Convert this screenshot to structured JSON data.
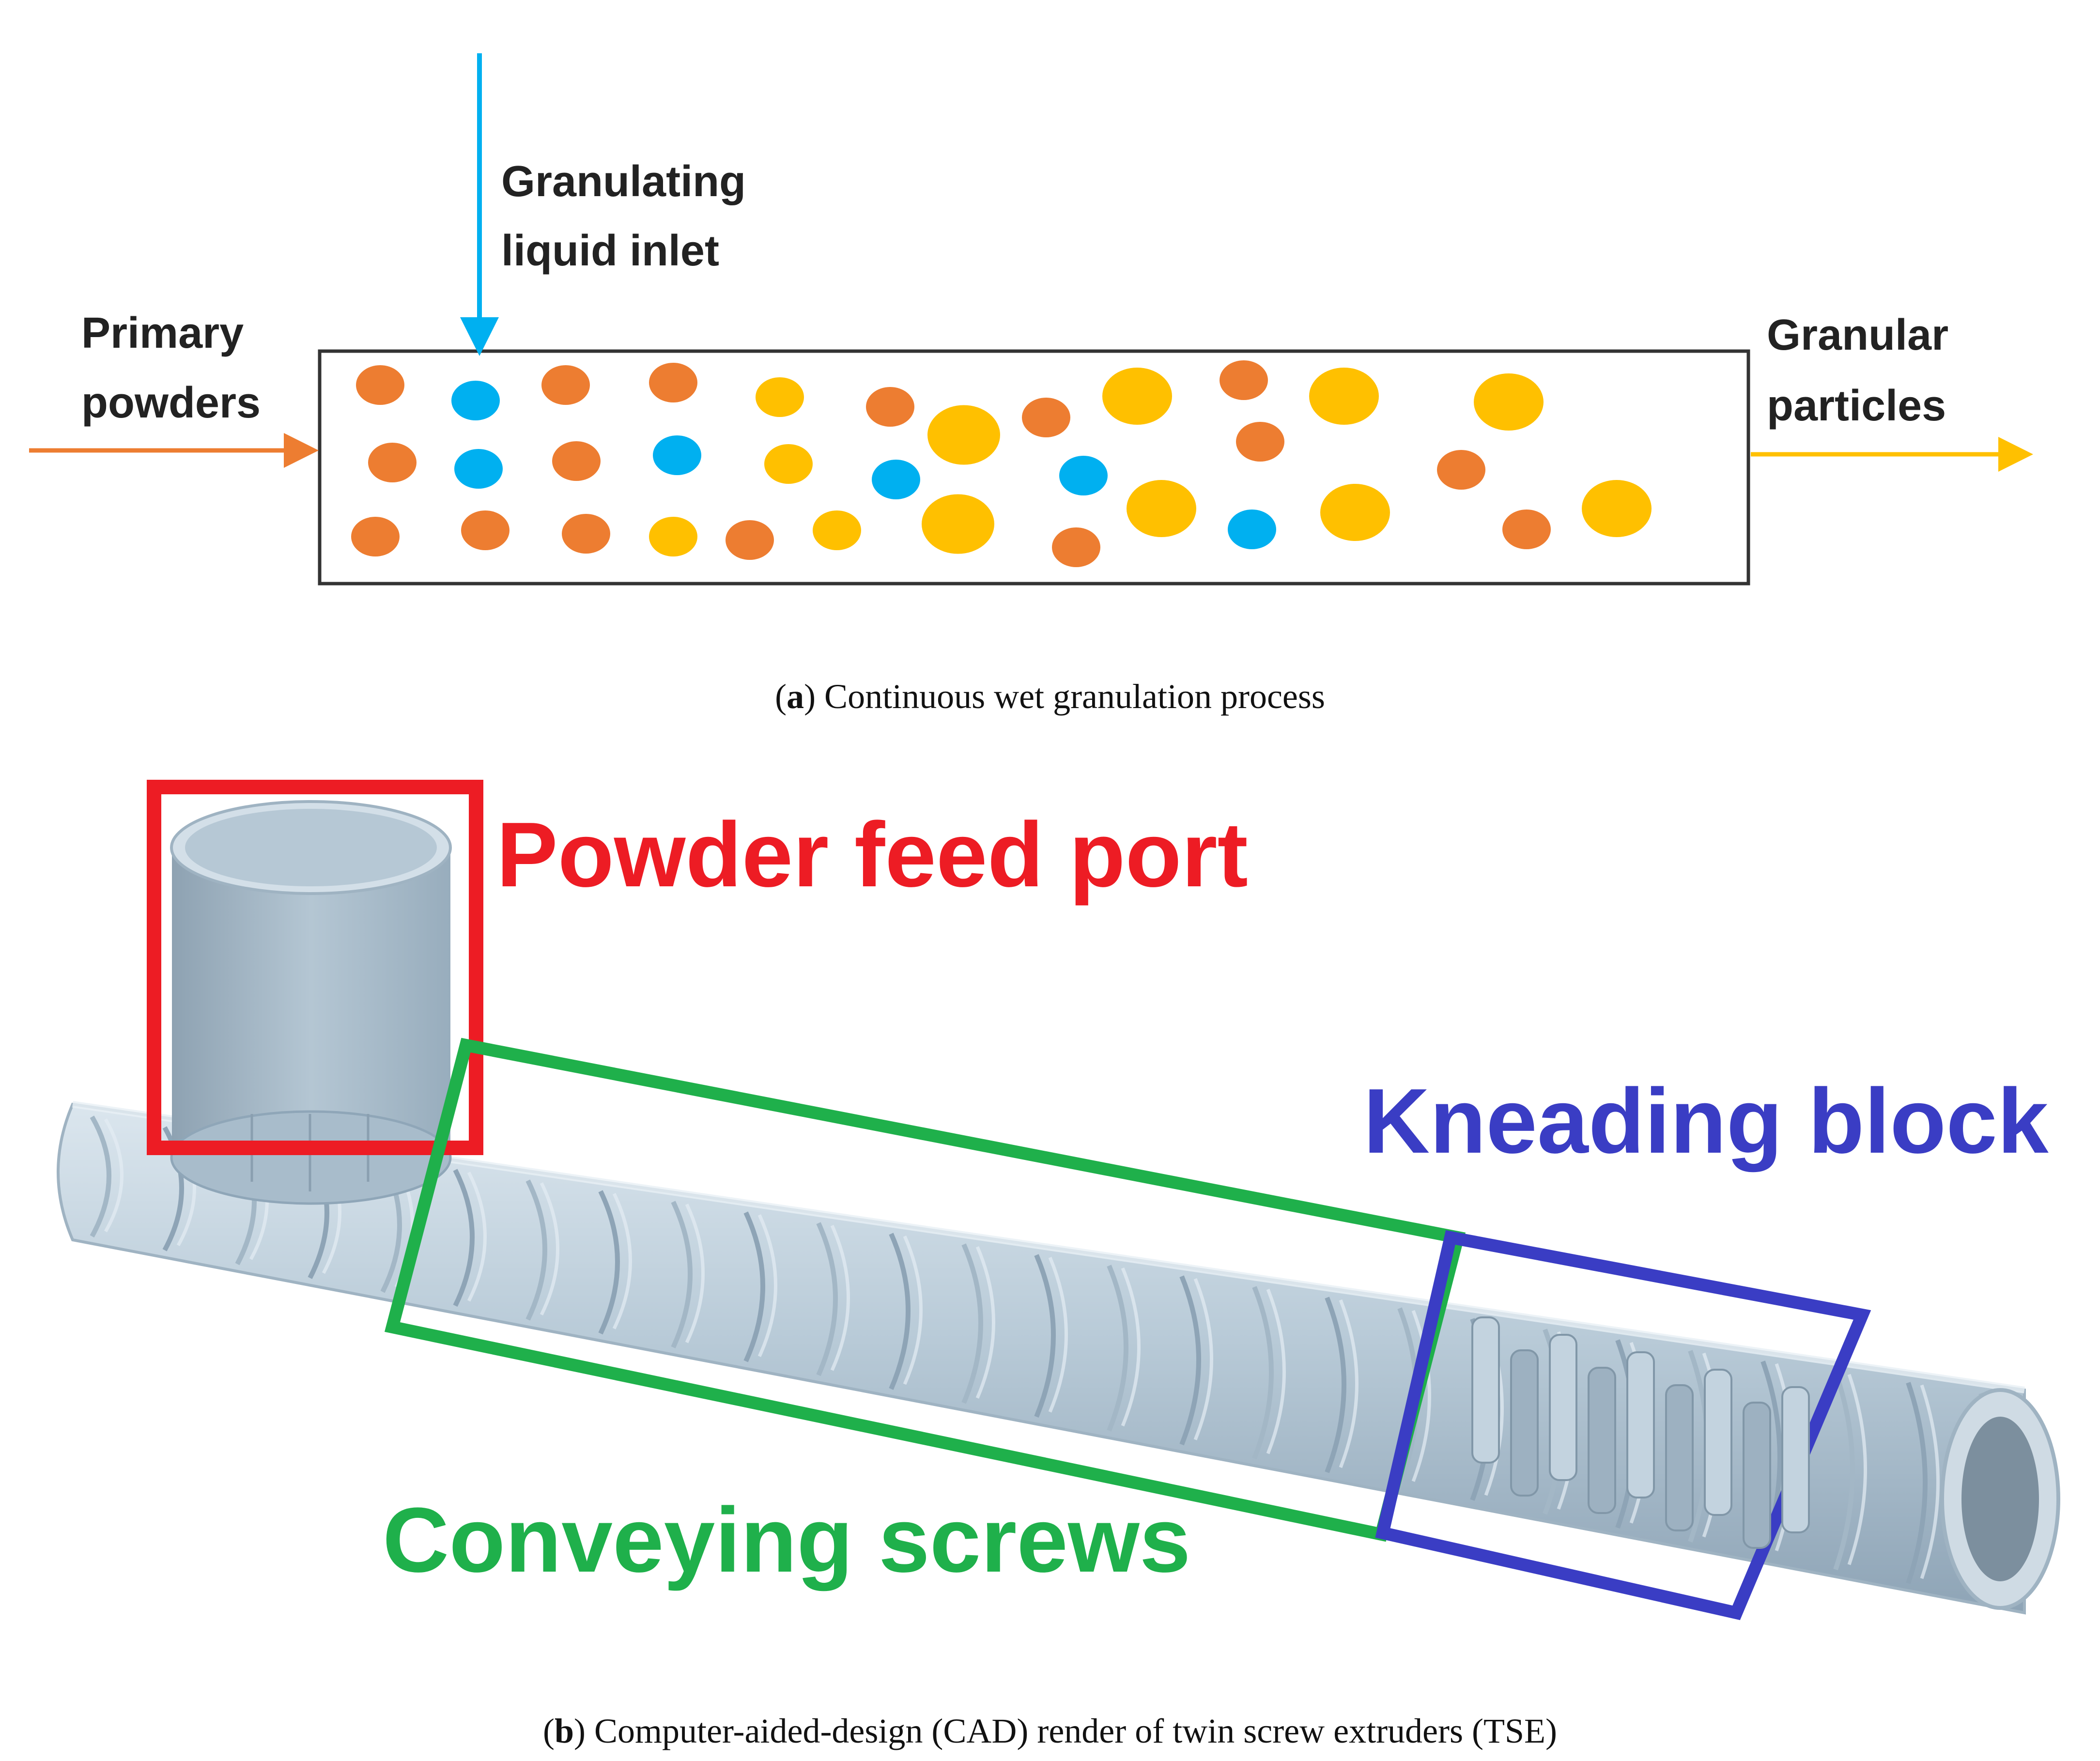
{
  "panel_a": {
    "caption_letter": "a",
    "caption_text": ") Continuous wet granulation process",
    "inlet_label_line1": "Granulating",
    "inlet_label_line2": "liquid inlet",
    "input_label_line1": "Primary",
    "input_label_line2": "powders",
    "output_label_line1": "Granular",
    "output_label_line2": "particles",
    "colors": {
      "primary_powder": "#ed7d31",
      "liquid": "#00b0f0",
      "granule": "#ffc000",
      "box_border": "#333333"
    },
    "particle_kinds": [
      "powder",
      "liquid",
      "powder",
      "powder",
      "granule",
      "powder",
      "granule",
      "powder",
      "granule",
      "powder",
      "granule",
      "granule",
      "powder",
      "liquid",
      "powder",
      "liquid",
      "granule",
      "liquid",
      "liquid",
      "powder",
      "powder",
      "powder",
      "powder",
      "powder",
      "granule",
      "powder",
      "granule",
      "granule",
      "powder",
      "granule",
      "liquid",
      "granule",
      "powder",
      "granule"
    ]
  },
  "panel_b": {
    "caption_letter": "b",
    "caption_text": ") Computer-aided-design (CAD) render of twin screw extruders (TSE)",
    "feed_port_label": "Powder feed port",
    "kneading_label": "Kneading block",
    "conveying_label": "Conveying screws",
    "colors": {
      "feed_port": "#ed1c24",
      "kneading": "#3a3dc4",
      "conveying": "#1fb04b",
      "screw_body": "#b8cbd9",
      "screw_shade": "#8fa6b8",
      "screw_light": "#dde8f0"
    }
  }
}
